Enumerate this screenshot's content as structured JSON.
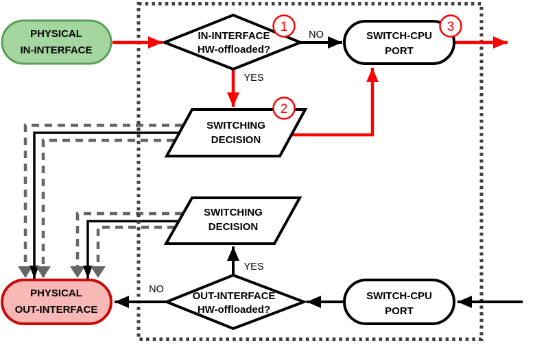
{
  "diagram": {
    "nodes": {
      "physical_in": {
        "line1": "PHYSICAL",
        "line2": "IN-INTERFACE"
      },
      "in_check": {
        "line1": "IN-INTERFACE",
        "line2": "HW-offloaded?"
      },
      "cpu_top": {
        "line1": "SWITCH-CPU",
        "line2": "PORT"
      },
      "sw_dec_top": {
        "line1": "SWITCHING",
        "line2": "DECISION"
      },
      "sw_dec_bottom": {
        "line1": "SWITCHING",
        "line2": "DECISION"
      },
      "out_check": {
        "line1": "OUT-INTERFACE",
        "line2": "HW-offloaded?"
      },
      "cpu_bottom": {
        "line1": "SWITCH-CPU",
        "line2": "PORT"
      },
      "physical_out": {
        "line1": "PHYSICAL",
        "line2": "OUT-INTERFACE"
      }
    },
    "edge_labels": {
      "in_no": "NO",
      "in_yes": "YES",
      "out_yes": "YES",
      "out_no": "NO"
    },
    "badges": {
      "step1": "1",
      "step2": "2",
      "step3": "3"
    },
    "colors": {
      "green_fill": "#a5d6a0",
      "green_stroke": "#55a055",
      "red_fill": "#f8b8b5",
      "red_stroke": "#c40b0b",
      "arrow_red": "#ff0000",
      "line_black": "#000000",
      "dashed_gray": "#666666",
      "dotted_border": "#3f3f3f"
    }
  }
}
